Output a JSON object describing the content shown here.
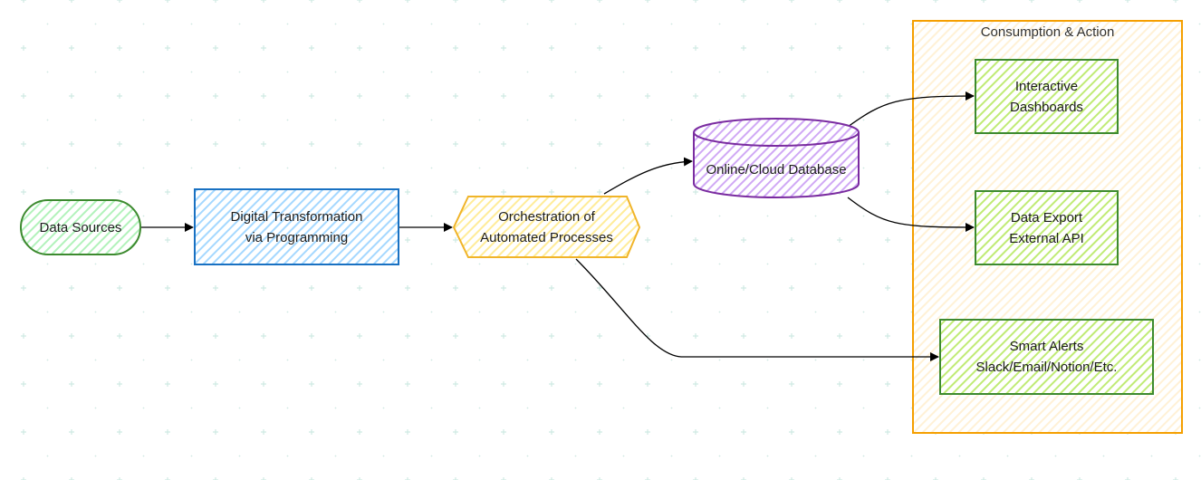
{
  "colors": {
    "background": "#ffffff",
    "grid": "#cfe9e3",
    "arrow": "#000000",
    "green_stroke": "#3d8a2f",
    "green_fill": "#b2f2bb",
    "blue_stroke": "#1971c2",
    "blue_fill": "#a5d8ff",
    "yellow_stroke": "#f0b429",
    "yellow_fill": "#ffec99",
    "purple_stroke": "#7a2ca0",
    "purple_fill": "#d0a9f5",
    "action_stroke": "#3d8a2f",
    "action_fill": "#c0eb75",
    "group_stroke": "#f59f00",
    "group_fill": "#fff5e0"
  },
  "nodes": {
    "data_sources": {
      "label": "Data Sources"
    },
    "transformation": {
      "line1": "Digital Transformation",
      "line2": "via Programming"
    },
    "orchestration": {
      "line1": "Orchestration of",
      "line2": "Automated Processes"
    },
    "database": {
      "label": "Online/Cloud Database"
    },
    "dashboards": {
      "line1": "Interactive",
      "line2": "Dashboards"
    },
    "data_export": {
      "line1": "Data Export",
      "line2": "External API"
    },
    "smart_alerts": {
      "line1": "Smart Alerts",
      "line2": "Slack/Email/Notion/Etc."
    }
  },
  "group": {
    "title": "Consumption & Action"
  },
  "edges": [
    {
      "from": "data_sources",
      "to": "transformation"
    },
    {
      "from": "transformation",
      "to": "orchestration"
    },
    {
      "from": "orchestration",
      "to": "database"
    },
    {
      "from": "database",
      "to": "dashboards"
    },
    {
      "from": "database",
      "to": "data_export"
    },
    {
      "from": "orchestration",
      "to": "smart_alerts"
    }
  ]
}
